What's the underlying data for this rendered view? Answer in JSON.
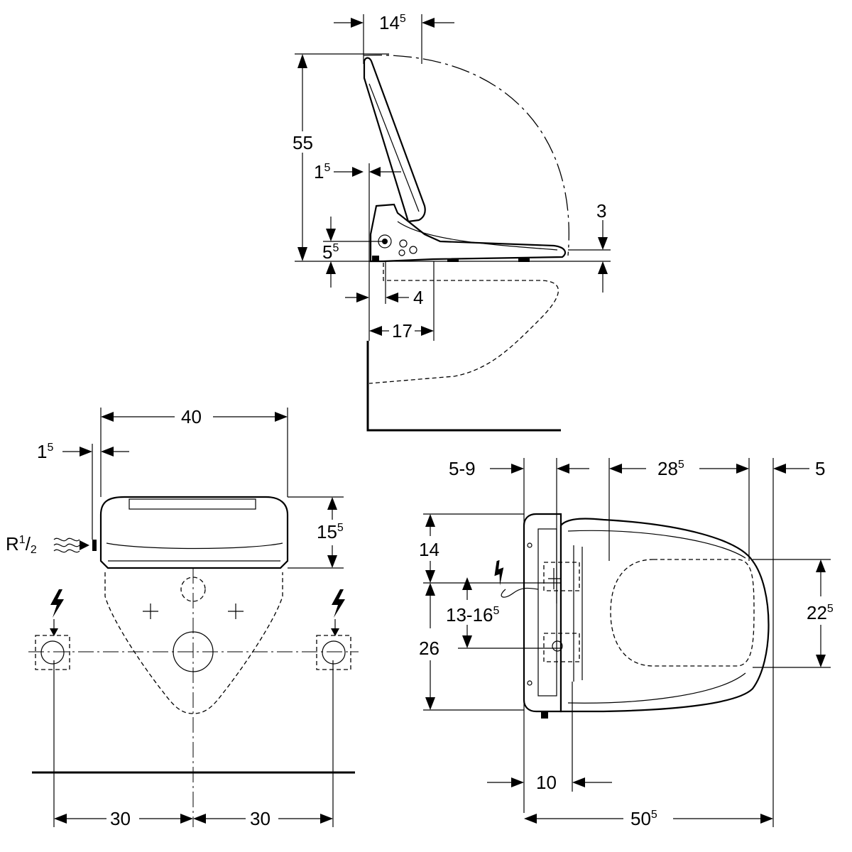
{
  "side_view": {
    "dims": {
      "top_width": {
        "main": "14",
        "sup": "5"
      },
      "height": {
        "main": "55",
        "sup": ""
      },
      "offset": {
        "main": "1",
        "sup": "5"
      },
      "base_height": {
        "main": "5",
        "sup": "5"
      },
      "lid_gap": {
        "main": "3",
        "sup": ""
      },
      "wall_gap": {
        "main": "4",
        "sup": ""
      },
      "depth": {
        "main": "17",
        "sup": ""
      }
    }
  },
  "front_view": {
    "dims": {
      "width": {
        "main": "40",
        "sup": ""
      },
      "offset": {
        "main": "1",
        "sup": "5"
      },
      "height": {
        "main": "15",
        "sup": "5"
      },
      "left_spacing": {
        "main": "30",
        "sup": ""
      },
      "right_spacing": {
        "main": "30",
        "sup": ""
      }
    },
    "water_connection": {
      "prefix": "R",
      "sup": "1",
      "mid": "/",
      "sub": "2"
    }
  },
  "top_view": {
    "dims": {
      "wall_offset": {
        "main": "5-9",
        "sup": ""
      },
      "opening": {
        "main": "28",
        "sup": "5"
      },
      "tip_gap": {
        "main": "5",
        "sup": ""
      },
      "upper_height": {
        "main": "14",
        "sup": ""
      },
      "connection_range": {
        "main": "13-16",
        "sup": "5"
      },
      "lower_height": {
        "main": "26",
        "sup": ""
      },
      "opening_width": {
        "main": "22",
        "sup": "5"
      },
      "base_depth": {
        "main": "10",
        "sup": ""
      },
      "total_length": {
        "main": "50",
        "sup": "5"
      }
    }
  }
}
